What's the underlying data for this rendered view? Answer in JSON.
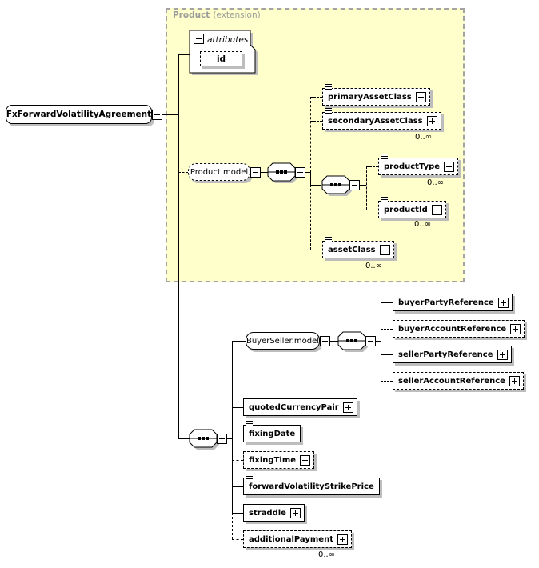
{
  "group": {
    "title": "Product",
    "suffix": "(extension)"
  },
  "attributes_box": {
    "label": "attributes",
    "id_attr": "id"
  },
  "root": {
    "label": "FxForwardVolatilityAgreement"
  },
  "nodes": {
    "productModel": {
      "label": "Product.model"
    },
    "primaryAssetClass": {
      "label": "primaryAssetClass"
    },
    "secondaryAssetClass": {
      "label": "secondaryAssetClass",
      "occurs": "0..∞"
    },
    "productType": {
      "label": "productType",
      "occurs": "0..∞"
    },
    "productId": {
      "label": "productId",
      "occurs": "0..∞"
    },
    "assetClass": {
      "label": "assetClass",
      "occurs": "0..∞"
    },
    "buyerSellerModel": {
      "label": "BuyerSeller.model"
    },
    "buyerPartyReference": {
      "label": "buyerPartyReference"
    },
    "buyerAccountReference": {
      "label": "buyerAccountReference"
    },
    "sellerPartyReference": {
      "label": "sellerPartyReference"
    },
    "sellerAccountReference": {
      "label": "sellerAccountReference"
    },
    "quotedCurrencyPair": {
      "label": "quotedCurrencyPair"
    },
    "fixingDate": {
      "label": "fixingDate"
    },
    "fixingTime": {
      "label": "fixingTime"
    },
    "forwardVolatilityStrikePrice": {
      "label": "forwardVolatilityStrikePrice"
    },
    "straddle": {
      "label": "straddle"
    },
    "additionalPayment": {
      "label": "additionalPayment"
    }
  },
  "colors": {
    "group_fill": "#FFFFCC",
    "group_border": "#A3A3A3",
    "box_shadow": "#BDBDBD",
    "line": "#000000",
    "group_title_text": "#9B9B9B"
  }
}
